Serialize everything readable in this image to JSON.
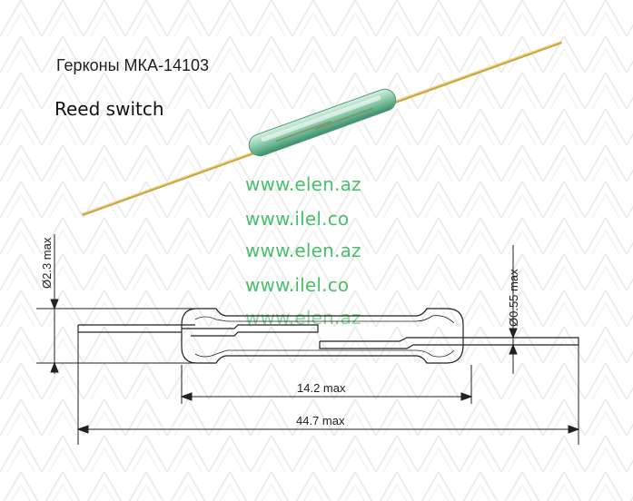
{
  "title_ru": "Герконы МКА-14103",
  "title_en": "Reed switch",
  "watermarks": [
    "www.elen.az",
    "www.ilel.co",
    "www.elen.az",
    "www.ilel.co",
    "www.elen.az"
  ],
  "dimensions": {
    "body_diameter": "Ø2.3 max",
    "lead_diameter": "Ø0.55 max",
    "body_length": "14.2 max",
    "total_length": "44.7 max"
  },
  "colors": {
    "watermark": "#22b14c",
    "glass": "#7fc7a4",
    "lead": "#c9a640",
    "line": "#222222"
  }
}
